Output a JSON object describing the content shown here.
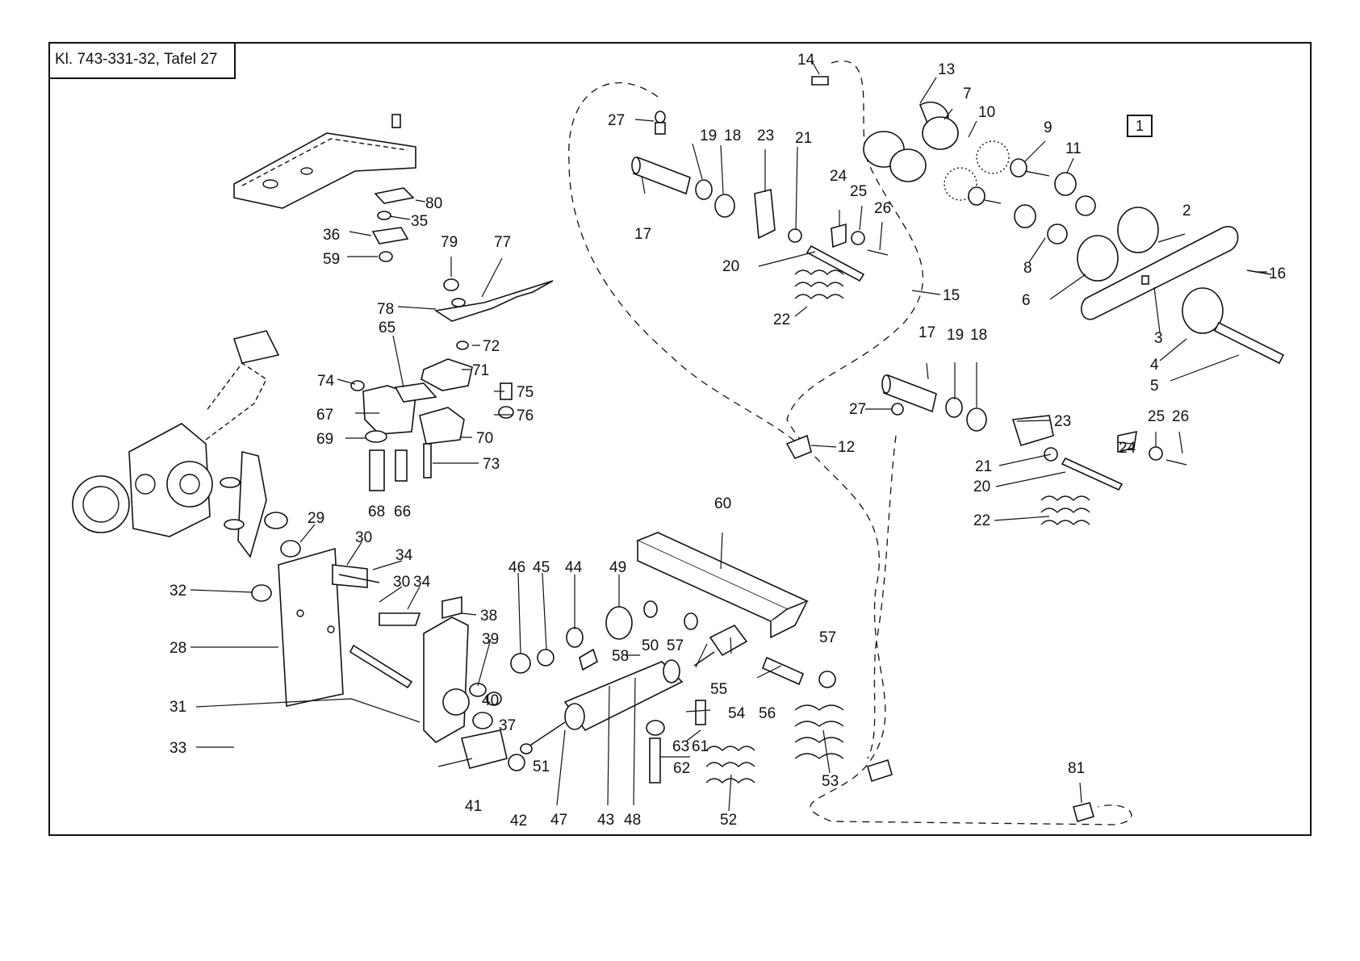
{
  "header": {
    "title": "Kl. 743-331-32, Tafel 27",
    "sheet": "1"
  },
  "labels": [
    {
      "id": "1",
      "text": "80"
    },
    {
      "id": "2",
      "text": "35"
    },
    {
      "id": "3",
      "text": "36"
    },
    {
      "id": "4",
      "text": "59"
    },
    {
      "id": "5",
      "text": "79"
    },
    {
      "id": "6",
      "text": "77"
    },
    {
      "id": "7",
      "text": "78"
    },
    {
      "id": "8",
      "text": "72"
    },
    {
      "id": "9",
      "text": "65"
    },
    {
      "id": "10",
      "text": "71"
    },
    {
      "id": "11",
      "text": "74"
    },
    {
      "id": "12",
      "text": "75"
    },
    {
      "id": "13",
      "text": "67"
    },
    {
      "id": "14",
      "text": "76"
    },
    {
      "id": "15",
      "text": "69"
    },
    {
      "id": "16",
      "text": "70"
    },
    {
      "id": "17",
      "text": "73"
    },
    {
      "id": "18",
      "text": "68"
    },
    {
      "id": "19",
      "text": "66"
    },
    {
      "id": "20",
      "text": "29"
    },
    {
      "id": "21",
      "text": "30"
    },
    {
      "id": "22",
      "text": "34"
    },
    {
      "id": "23",
      "text": "32"
    },
    {
      "id": "24",
      "text": "30"
    },
    {
      "id": "25",
      "text": "34"
    },
    {
      "id": "26",
      "text": "28"
    },
    {
      "id": "27",
      "text": "38"
    },
    {
      "id": "28",
      "text": "39"
    },
    {
      "id": "29",
      "text": "31"
    },
    {
      "id": "30",
      "text": "40"
    },
    {
      "id": "31",
      "text": "33"
    },
    {
      "id": "32",
      "text": "37"
    },
    {
      "id": "33",
      "text": "41"
    },
    {
      "id": "34",
      "text": "42"
    },
    {
      "id": "35",
      "text": "51"
    },
    {
      "id": "36",
      "text": "47"
    },
    {
      "id": "37",
      "text": "43"
    },
    {
      "id": "38",
      "text": "48"
    },
    {
      "id": "39",
      "text": "46"
    },
    {
      "id": "40",
      "text": "45"
    },
    {
      "id": "41",
      "text": "44"
    },
    {
      "id": "42",
      "text": "49"
    },
    {
      "id": "43",
      "text": "50"
    },
    {
      "id": "44",
      "text": "58"
    },
    {
      "id": "45",
      "text": "57"
    },
    {
      "id": "46",
      "text": "60"
    },
    {
      "id": "47",
      "text": "55"
    },
    {
      "id": "48",
      "text": "54"
    },
    {
      "id": "49",
      "text": "56"
    },
    {
      "id": "50",
      "text": "57"
    },
    {
      "id": "51",
      "text": "53"
    },
    {
      "id": "52",
      "text": "63"
    },
    {
      "id": "53",
      "text": "61"
    },
    {
      "id": "54",
      "text": "62"
    },
    {
      "id": "55",
      "text": "52"
    },
    {
      "id": "56",
      "text": "27"
    },
    {
      "id": "57",
      "text": "19"
    },
    {
      "id": "58",
      "text": "18"
    },
    {
      "id": "59",
      "text": "23"
    },
    {
      "id": "60",
      "text": "21"
    },
    {
      "id": "61",
      "text": "17"
    },
    {
      "id": "62",
      "text": "24"
    },
    {
      "id": "63",
      "text": "25"
    },
    {
      "id": "64",
      "text": "26"
    },
    {
      "id": "65",
      "text": "20"
    },
    {
      "id": "66",
      "text": "22"
    },
    {
      "id": "67",
      "text": "15"
    },
    {
      "id": "68",
      "text": "14"
    },
    {
      "id": "69",
      "text": "13"
    },
    {
      "id": "70",
      "text": "7"
    },
    {
      "id": "71",
      "text": "10"
    },
    {
      "id": "72",
      "text": "9"
    },
    {
      "id": "73",
      "text": "11"
    },
    {
      "id": "74",
      "text": "2"
    },
    {
      "id": "75",
      "text": "8"
    },
    {
      "id": "76",
      "text": "6"
    },
    {
      "id": "77",
      "text": "16"
    },
    {
      "id": "78",
      "text": "3"
    },
    {
      "id": "79",
      "text": "4"
    },
    {
      "id": "80",
      "text": "5"
    },
    {
      "id": "81",
      "text": "17"
    },
    {
      "id": "82",
      "text": "19"
    },
    {
      "id": "83",
      "text": "18"
    },
    {
      "id": "84",
      "text": "27"
    },
    {
      "id": "85",
      "text": "23"
    },
    {
      "id": "86",
      "text": "25"
    },
    {
      "id": "87",
      "text": "26"
    },
    {
      "id": "88",
      "text": "24"
    },
    {
      "id": "89",
      "text": "21"
    },
    {
      "id": "90",
      "text": "20"
    },
    {
      "id": "91",
      "text": "22"
    },
    {
      "id": "92",
      "text": "12"
    },
    {
      "id": "93",
      "text": "81"
    }
  ]
}
